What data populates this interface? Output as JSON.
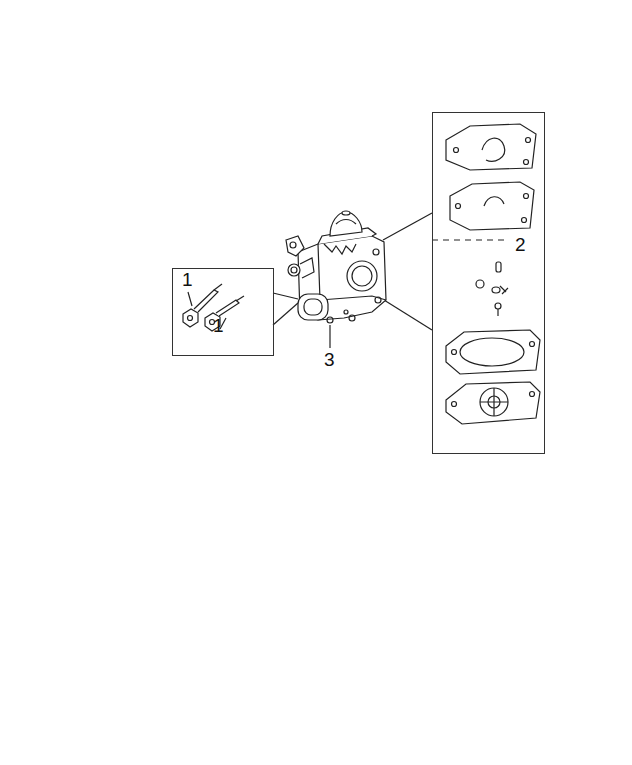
{
  "diagram": {
    "nodes": [
      {
        "text": [
          "1",
          "1"
        ]
      },
      {
        "text": [
          "2"
        ]
      }
    ],
    "labels": [
      "3"
    ]
  }
}
